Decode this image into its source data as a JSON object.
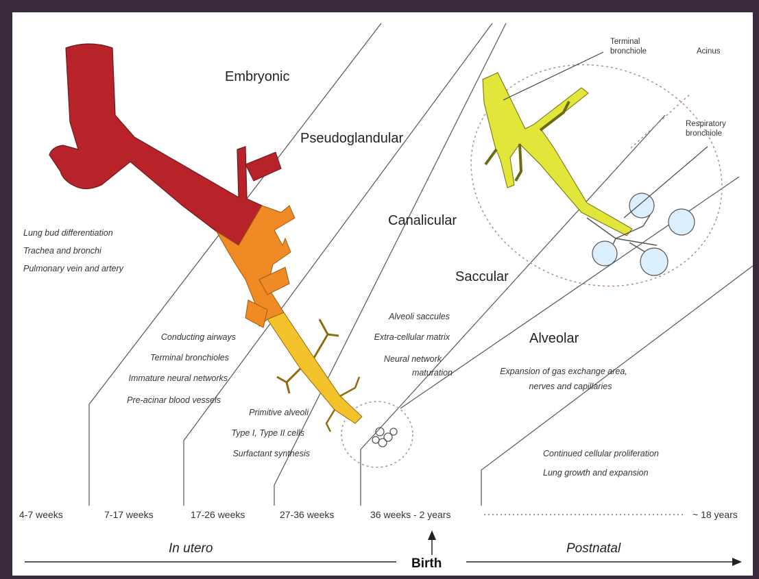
{
  "stages": {
    "embryonic": "Embryonic",
    "pseudoglandular": "Pseudoglandular",
    "canalicular": "Canalicular",
    "saccular": "Saccular",
    "alveolar": "Alveolar"
  },
  "notes": {
    "embryonic": [
      "Lung bud differentiation",
      "Trachea and bronchi",
      "Pulmonary vein and artery"
    ],
    "pseudoglandular": [
      "Conducting airways",
      "Terminal bronchioles",
      "Immature neural networks",
      "Pre-acinar blood vessels"
    ],
    "canalicular": [
      "Primitive alveoli",
      "Type I, Type II cells",
      "Surfactant synthesis"
    ],
    "saccular": [
      "Alveoli saccules",
      "Extra-cellular matrix",
      "Neural network",
      "maturation"
    ],
    "alveolar": [
      "Expansion of gas exchange area,",
      "nerves and capillaries"
    ],
    "postnatal": [
      "Continued cellular proliferation",
      "Lung growth and expansion"
    ]
  },
  "labels": {
    "terminal_bronchiole": [
      "Terminal",
      "bronchiole"
    ],
    "acinus": "Acinus",
    "respiratory_bronchiole": [
      "Respiratory",
      "bronchiole"
    ]
  },
  "weeks": [
    "4-7 weeks",
    "7-17 weeks",
    "17-26 weeks",
    "27-36 weeks",
    "36 weeks - 2 years",
    "~ 18 years"
  ],
  "timeline": {
    "in_utero": "In utero",
    "birth": "Birth",
    "postnatal": "Postnatal"
  },
  "colors": {
    "embryonic": "#b8232a",
    "pseudoglandular": "#f08a24",
    "canalicular": "#f3c12a",
    "saccular": "#e2e63a",
    "alveolar_sac": "#dcefff",
    "outline": "#555555",
    "dashed": "#b58a8a"
  }
}
